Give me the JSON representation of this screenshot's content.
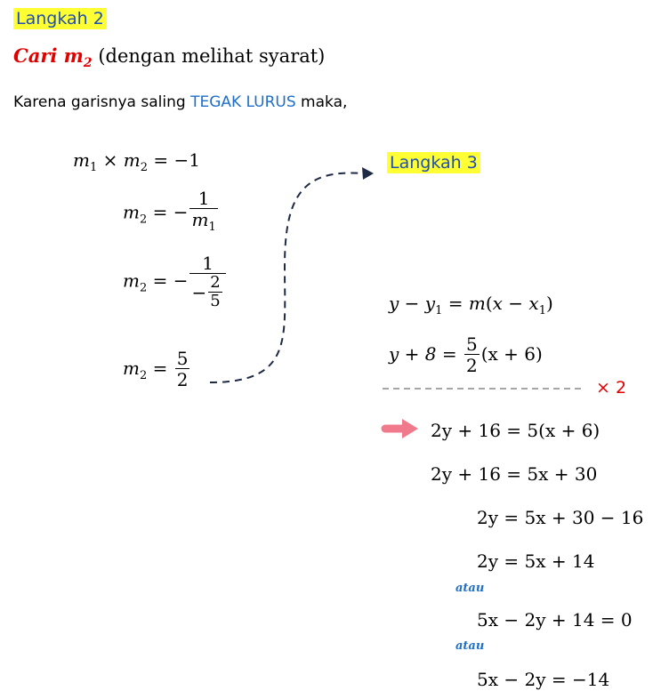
{
  "step2": {
    "label": "Langkah 2",
    "heading_bold": "Cari m",
    "heading_sub": "2",
    "heading_rest": "(dengan melihat syarat)",
    "intro_before": "Karena garisnya saling ",
    "intro_emph": "TEGAK LURUS",
    "intro_after": " maka,"
  },
  "step3": {
    "label": "Langkah 3"
  },
  "left_eq": {
    "l1": {
      "a": "m",
      "s1": "1",
      "op": " × ",
      "b": "m",
      "s2": "2",
      "rhs": " = −1"
    },
    "l2": {
      "m": "m",
      "s": "2",
      "eq": " = −",
      "num": "1",
      "den_m": "m",
      "den_s": "1"
    },
    "l3": {
      "m": "m",
      "s": "2",
      "eq": " = −",
      "num": "1",
      "den_pre": "−",
      "den_num": "2",
      "den_den": "5"
    },
    "l4": {
      "m": "m",
      "s": "2",
      "eq": " = ",
      "num": "5",
      "den": "2"
    }
  },
  "right_eq": {
    "r1": {
      "y": "y",
      "mid": " − ",
      "y1": "y",
      "s": "1",
      "eqm": " = ",
      "m": "m",
      "open": "(",
      "x": "x",
      "minus": " − ",
      "x1": "x",
      "s2": "1",
      "close": ")"
    },
    "r2": {
      "lhs": "y  +  8 = ",
      "num": "5",
      "den": "2",
      "rhs": "(x + 6)"
    },
    "times": "× 2",
    "r3": "2y + 16 = 5(x + 6)",
    "r4": "2y + 16 = 5x + 30",
    "r5": "2y = 5x + 30 − 16",
    "r6": "2y = 5x + 14",
    "atau1": "atau",
    "r7": "5x − 2y + 14 = 0",
    "atau2": "atau",
    "r8": "5x − 2y = −14"
  },
  "colors": {
    "label_text": "#1f4fb4",
    "highlight": "#ffff33",
    "red": "#e00000",
    "emph": "#1f6fc8",
    "arrow": "#1f2a44",
    "pink": "#f07a8c"
  }
}
